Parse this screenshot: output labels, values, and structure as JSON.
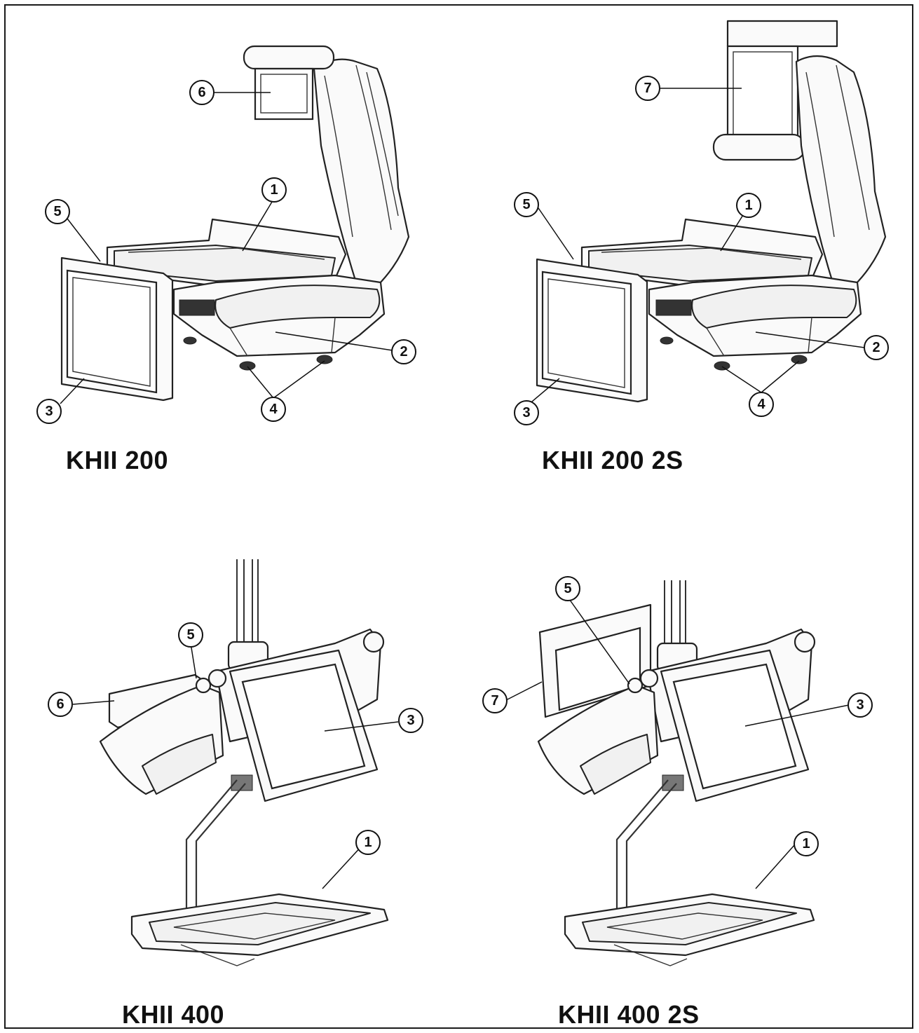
{
  "panels": [
    {
      "caption": "KHII 200",
      "callouts": [
        {
          "label": "1"
        },
        {
          "label": "2"
        },
        {
          "label": "3"
        },
        {
          "label": "4"
        },
        {
          "label": "5"
        },
        {
          "label": "6"
        }
      ]
    },
    {
      "caption": "KHII 200 2S",
      "callouts": [
        {
          "label": "1"
        },
        {
          "label": "2"
        },
        {
          "label": "3"
        },
        {
          "label": "4"
        },
        {
          "label": "5"
        },
        {
          "label": "7"
        }
      ]
    },
    {
      "caption": "KHII 400",
      "callouts": [
        {
          "label": "1"
        },
        {
          "label": "3"
        },
        {
          "label": "5"
        },
        {
          "label": "6"
        }
      ]
    },
    {
      "caption": "KHII 400 2S",
      "callouts": [
        {
          "label": "1"
        },
        {
          "label": "3"
        },
        {
          "label": "5"
        },
        {
          "label": "7"
        }
      ]
    }
  ]
}
